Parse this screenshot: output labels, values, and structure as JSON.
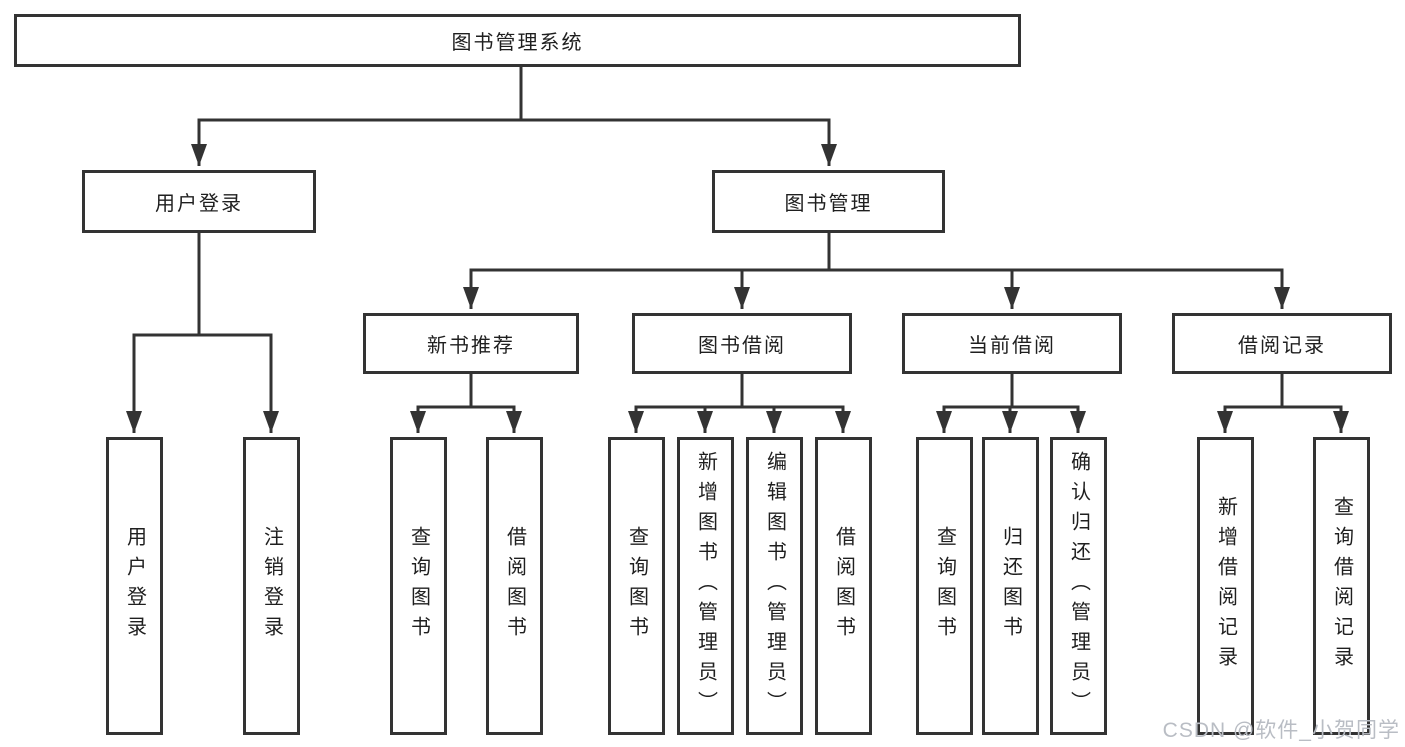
{
  "diagram": {
    "root": {
      "label": "图书管理系统"
    },
    "branches": [
      {
        "label": "用户登录",
        "children": [
          {
            "label": "用户登录"
          },
          {
            "label": "注销登录"
          }
        ]
      },
      {
        "label": "图书管理",
        "children": [
          {
            "label": "新书推荐",
            "children": [
              {
                "label": "查询图书"
              },
              {
                "label": "借阅图书"
              }
            ]
          },
          {
            "label": "图书借阅",
            "children": [
              {
                "label": "查询图书"
              },
              {
                "label": "新增图书（管理员）"
              },
              {
                "label": "编辑图书（管理员）"
              },
              {
                "label": "借阅图书"
              }
            ]
          },
          {
            "label": "当前借阅",
            "children": [
              {
                "label": "查询图书"
              },
              {
                "label": "归还图书"
              },
              {
                "label": "确认归还（管理员）"
              }
            ]
          },
          {
            "label": "借阅记录",
            "children": [
              {
                "label": "新增借阅记录"
              },
              {
                "label": "查询借阅记录"
              }
            ]
          }
        ]
      }
    ]
  },
  "watermark": "CSDN @软件_小贺同学",
  "colors": {
    "line": "#333333",
    "box-border": "#333333",
    "box-fill": "#ffffff",
    "text": "#1f1f1f",
    "watermark": "#b9bdc4"
  }
}
